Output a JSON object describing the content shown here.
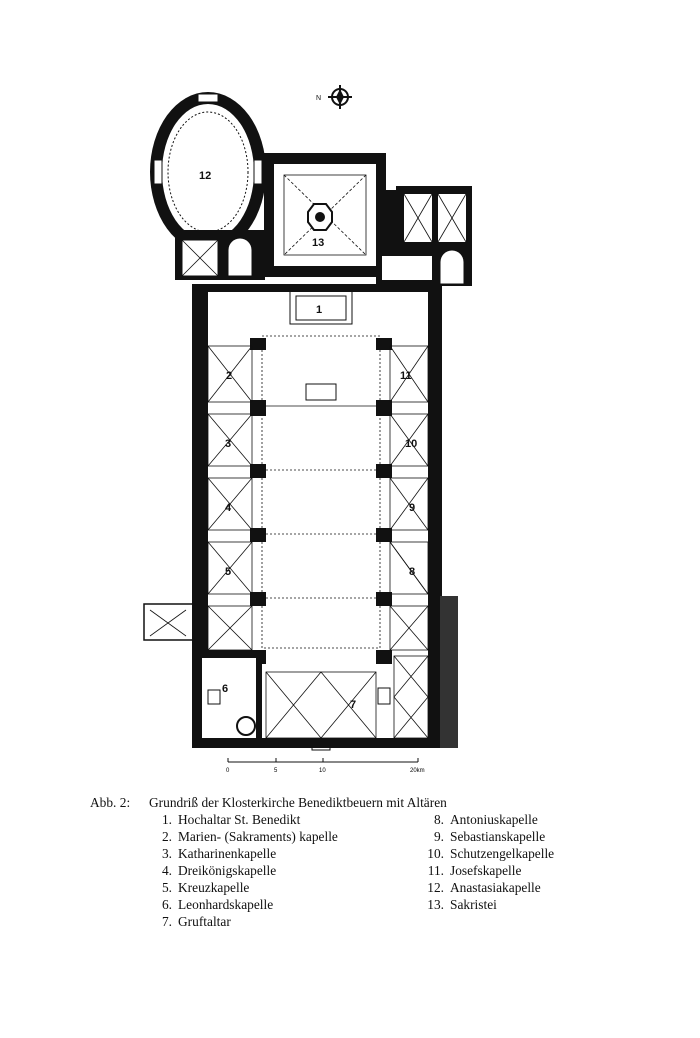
{
  "figure": {
    "compass_label": "N",
    "scale_labels": [
      "0",
      "5",
      "10",
      "20km"
    ],
    "room_numbers": [
      "1",
      "2",
      "3",
      "4",
      "5",
      "6",
      "7",
      "8",
      "9",
      "10",
      "11",
      "12",
      "13"
    ]
  },
  "caption": {
    "label": "Abb. 2:",
    "title": "Grundriß der Klosterkirche Benediktbeuern mit Altären",
    "left_items": [
      {
        "num": "1.",
        "text": "Hochaltar St. Benedikt"
      },
      {
        "num": "2.",
        "text": "Marien- (Sakraments) kapelle"
      },
      {
        "num": "3.",
        "text": "Katharinenkapelle"
      },
      {
        "num": "4.",
        "text": "Dreikönigskapelle"
      },
      {
        "num": "5.",
        "text": "Kreuzkapelle"
      },
      {
        "num": "6.",
        "text": "Leonhardskapelle"
      },
      {
        "num": "7.",
        "text": "Gruftaltar"
      }
    ],
    "right_items": [
      {
        "num": "8.",
        "text": "Antoniuskapelle"
      },
      {
        "num": "9.",
        "text": "Sebastianskapelle"
      },
      {
        "num": "10.",
        "text": "Schutzengelkapelle"
      },
      {
        "num": "11.",
        "text": "Josefskapelle"
      },
      {
        "num": "12.",
        "text": "Anastasiakapelle"
      },
      {
        "num": "13.",
        "text": "Sakristei"
      }
    ]
  }
}
